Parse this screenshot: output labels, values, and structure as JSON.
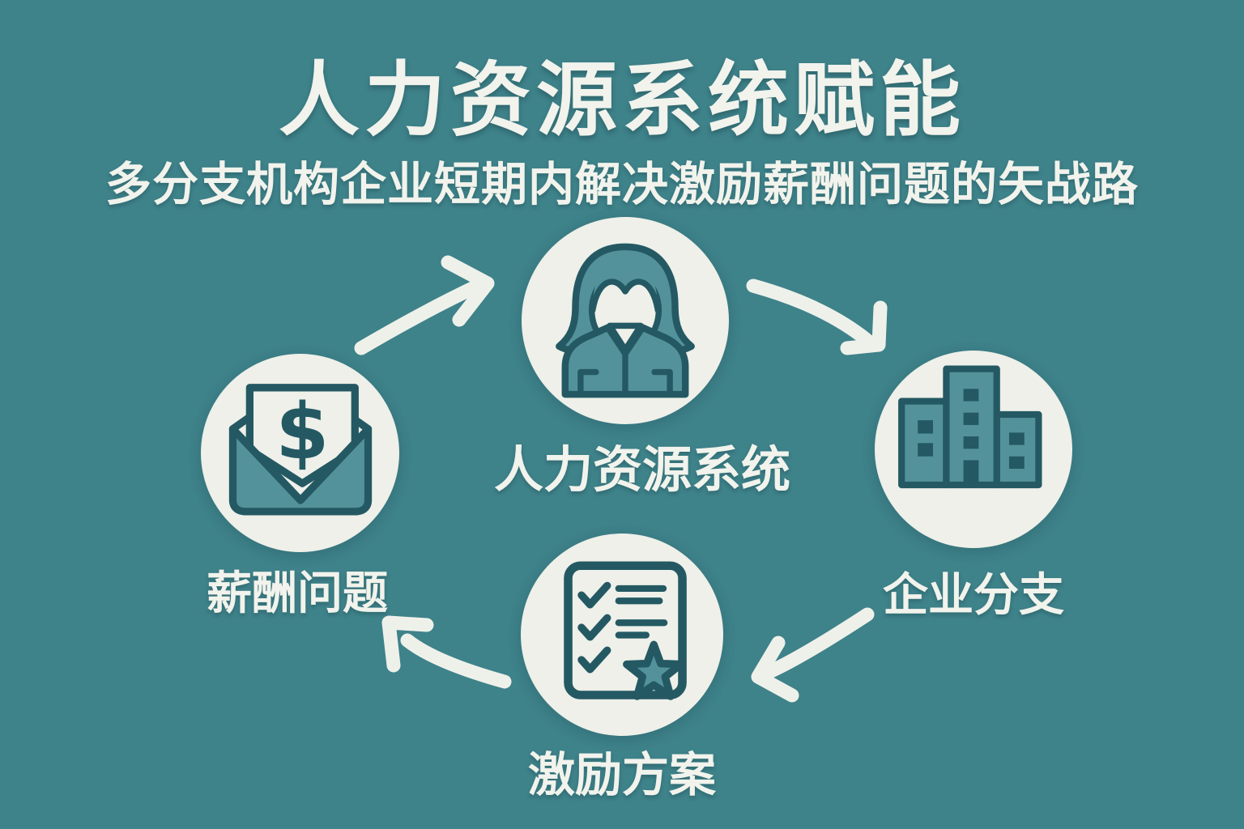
{
  "title": "人力资源系统赋能",
  "subtitle": "多分支机构企业短期内解决激励薪酬问题的矢战路",
  "diagram": {
    "type": "cycle",
    "direction": "clockwise",
    "nodes": [
      {
        "label": "人力资源系统",
        "icon": "female-person-icon",
        "position": "top"
      },
      {
        "label": "企业分支",
        "icon": "office-buildings-icon",
        "position": "right"
      },
      {
        "label": "激励方案",
        "icon": "checklist-star-icon",
        "position": "bottom"
      },
      {
        "label": "薪酬问题",
        "icon": "envelope-dollar-icon",
        "position": "left"
      }
    ],
    "icon_symbols": {
      "dollar_sign": "$"
    },
    "arrows": [
      {
        "from": "薪酬问题",
        "to": "人力资源系统"
      },
      {
        "from": "人力资源系统",
        "to": "企业分支"
      },
      {
        "from": "企业分支",
        "to": "激励方案"
      },
      {
        "from": "激励方案",
        "to": "薪酬问题"
      }
    ]
  },
  "colors": {
    "background": "#3e828a",
    "circle_fill": "#eef0e9",
    "icon_fill": "#54929b",
    "icon_outline": "#245963",
    "text": "#f1f3ec",
    "arrow": "#eef1ea"
  }
}
